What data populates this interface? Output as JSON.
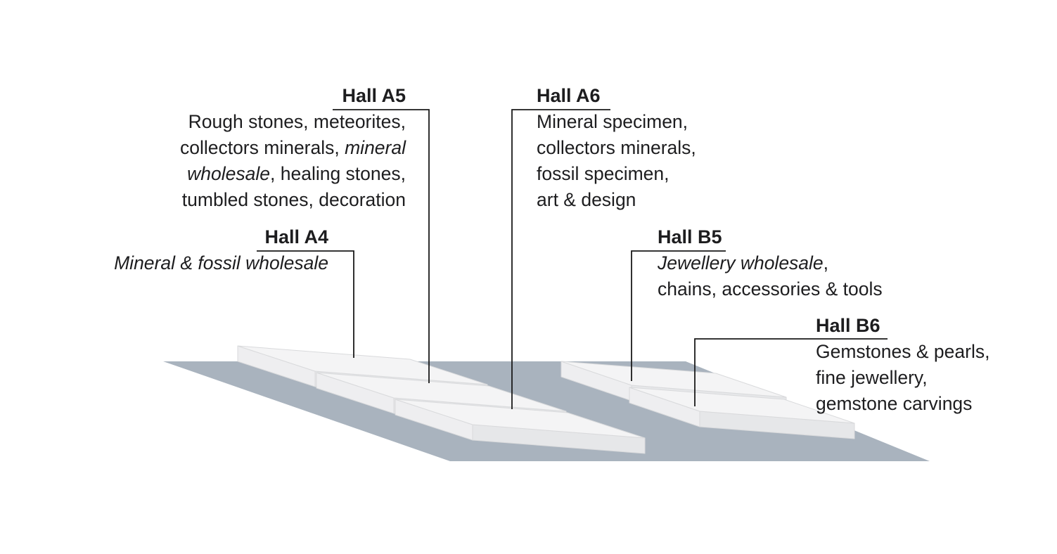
{
  "diagram": {
    "type": "exhibition-hall-map",
    "colors": {
      "base": "#a9b3be",
      "slabTop": "#f4f4f5",
      "slabFront": "#e6e7e9",
      "slabSide": "#eeeef0",
      "line": "#1a1a1a",
      "text": "#1d1d1f"
    },
    "halls": [
      {
        "id": "A5",
        "name": "Hall A5",
        "lines": [
          [
            {
              "t": "Rough stones, meteorites,",
              "i": false
            }
          ],
          [
            {
              "t": "collectors minerals, ",
              "i": false
            },
            {
              "t": "mineral",
              "i": true
            }
          ],
          [
            {
              "t": "wholesale",
              "i": true
            },
            {
              "t": ", healing stones,",
              "i": false
            }
          ],
          [
            {
              "t": "tumbled stones, decoration",
              "i": false
            }
          ]
        ]
      },
      {
        "id": "A6",
        "name": "Hall A6",
        "lines": [
          [
            {
              "t": "Mineral specimen,",
              "i": false
            }
          ],
          [
            {
              "t": "collectors minerals,",
              "i": false
            }
          ],
          [
            {
              "t": "fossil specimen,",
              "i": false
            }
          ],
          [
            {
              "t": "art & design",
              "i": false
            }
          ]
        ]
      },
      {
        "id": "A4",
        "name": "Hall A4",
        "lines": [
          [
            {
              "t": "Mineral & fossil wholesale",
              "i": true
            }
          ]
        ]
      },
      {
        "id": "B5",
        "name": "Hall B5",
        "lines": [
          [
            {
              "t": "Jewellery wholesale",
              "i": true
            },
            {
              "t": ",",
              "i": false
            }
          ],
          [
            {
              "t": "chains, accessories & tools",
              "i": false
            }
          ]
        ]
      },
      {
        "id": "B6",
        "name": "Hall B6",
        "lines": [
          [
            {
              "t": "Gemstones & pearls,",
              "i": false
            }
          ],
          [
            {
              "t": "fine jewellery,",
              "i": false
            }
          ],
          [
            {
              "t": "gemstone carvings",
              "i": false
            }
          ]
        ]
      }
    ]
  }
}
